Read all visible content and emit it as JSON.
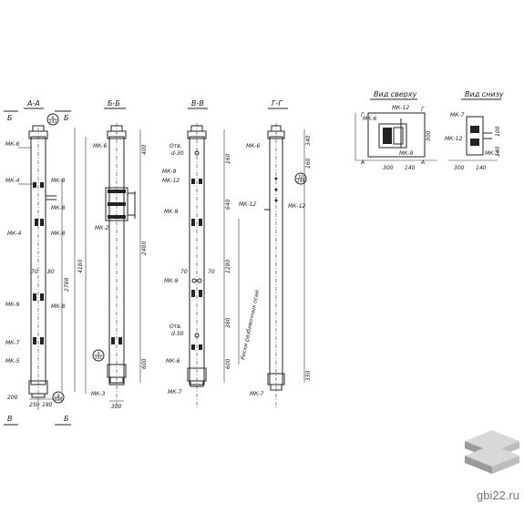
{
  "views": {
    "aa": {
      "title": "А-А",
      "cut_left": "Б",
      "cut_right": "Б",
      "cut_bottom_left": "В",
      "cut_bottom_right": "Б",
      "labels": [
        "МК-6",
        "МК-4",
        "МК-4",
        "МК-8",
        "МК-8",
        "МК-9",
        "МК-8",
        "МК-7",
        "МК-8",
        "МК-5"
      ],
      "dims": [
        "4180",
        "2788",
        "70",
        "80",
        "250",
        "180",
        "200"
      ],
      "callout_top": "6\n143",
      "callout_bottom": "8\n134"
    },
    "bb": {
      "title": "Б-Б",
      "labels": [
        "МК-6",
        "МК-2",
        "МК-3"
      ],
      "dims": [
        "400",
        "2400",
        "600",
        "300"
      ],
      "callout": "9\n141"
    },
    "vv": {
      "title": "В-В",
      "labels": [
        "Отв.",
        "d-30",
        "МК-9",
        "МК-12",
        "МК-9",
        "МК-9",
        "Отв.",
        "d-50",
        "МК-6",
        "МК-7"
      ],
      "dims": [
        "160",
        "640",
        "1290",
        "380",
        "600",
        "70",
        "70"
      ]
    },
    "gg": {
      "title": "Г-Г",
      "labels": [
        "МК-6",
        "МК-12",
        "МК-12",
        "МК-7"
      ],
      "dims": [
        "340",
        "160",
        "350"
      ],
      "callout": "10\n144",
      "side_note": "Риски разбивочных осей"
    }
  },
  "top_view": {
    "title": "Вид сверху",
    "labels": [
      "МК-6",
      "МК-12",
      "МК-9"
    ],
    "marks": [
      "Г",
      "Г",
      "А",
      "А"
    ],
    "dims": [
      "300",
      "140",
      "300"
    ]
  },
  "bottom_view": {
    "title": "Вид снизу",
    "labels": [
      "МК-7",
      "МК-12",
      "МК-3"
    ],
    "dims": [
      "300",
      "140",
      "100",
      "140"
    ]
  },
  "watermark": {
    "text": "gbi22.ru",
    "logo": "stacked-slabs-logo"
  },
  "colors": {
    "ink": "#222222",
    "paper": "#ffffff",
    "logo_light": "#d8d8d8",
    "logo_dark": "#9a9a9a",
    "watermark": "#777777"
  }
}
